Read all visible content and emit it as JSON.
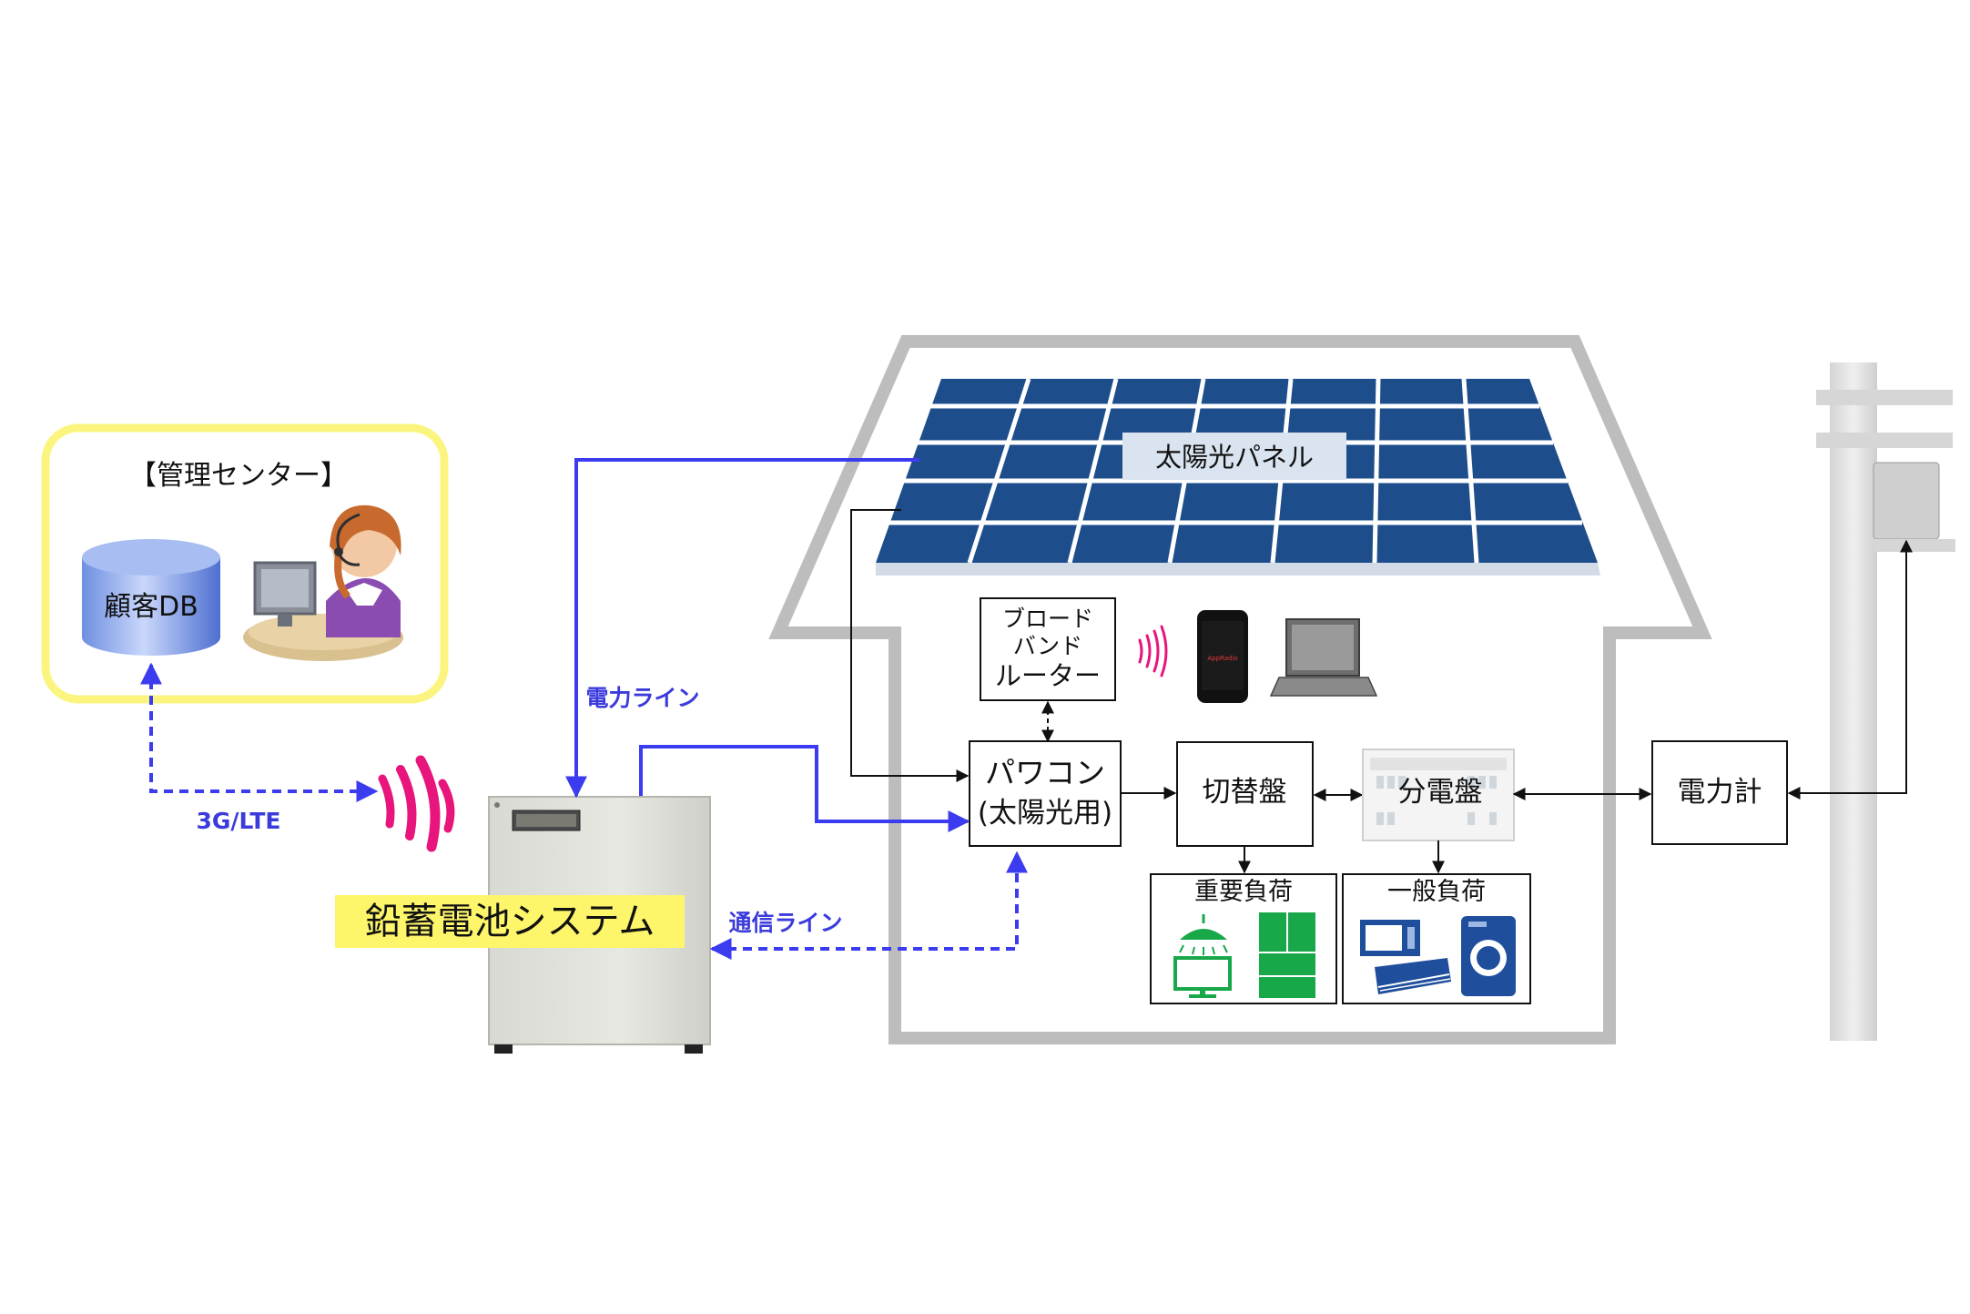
{
  "management_center": {
    "title": "【管理センター】",
    "db_label": "顧客DB"
  },
  "solar_panel": {
    "label": "太陽光パネル"
  },
  "router": {
    "line1": "ブロード",
    "line2": "バンド",
    "line3": "ルーター"
  },
  "power_conditioner": {
    "line1": "パワコン",
    "line2": "(太陽光用)"
  },
  "switch_board": {
    "label": "切替盤"
  },
  "distribution_board": {
    "label": "分電盤"
  },
  "power_meter": {
    "label": "電力計"
  },
  "important_load": {
    "label": "重要負荷"
  },
  "general_load": {
    "label": "一般負荷"
  },
  "battery_system": {
    "label": "鉛蓄電池システム"
  },
  "links": {
    "power_line": "電力ライン",
    "comm_line": "通信ライン",
    "cellular": "3G/LTE"
  },
  "colors": {
    "power_line": "#3b3bf0",
    "comm_line": "#3b3bf0",
    "house_outline": "#bdbdbd",
    "center_border": "#fbf580",
    "battery_label_bg": "#fdf56a",
    "solar_cell": "#1e4d8c",
    "appliance_green": "#18a84a",
    "appliance_blue": "#1f4f9c",
    "signal_magenta": "#e8167c"
  },
  "phone_screen_text": "AppRadio"
}
